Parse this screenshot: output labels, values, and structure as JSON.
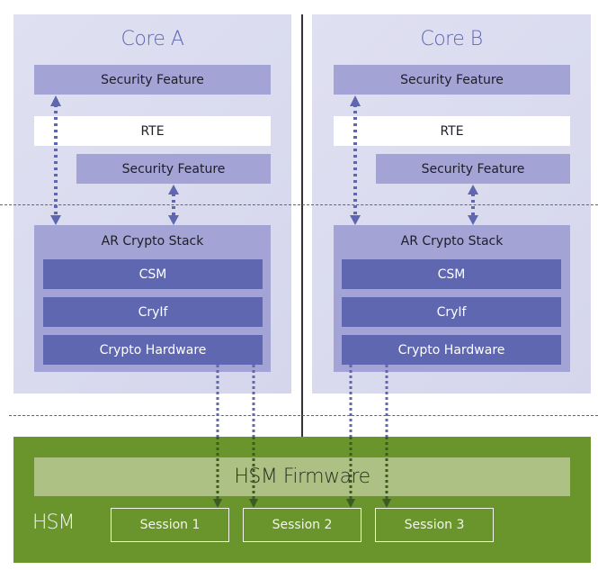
{
  "cores": [
    {
      "title": "Core A",
      "security_feature_top": "Security Feature",
      "rte": "RTE",
      "security_feature_lower": "Security Feature",
      "stack": {
        "title": "AR Crypto Stack",
        "layers": [
          "CSM",
          "CryIf",
          "Crypto Hardware"
        ]
      }
    },
    {
      "title": "Core B",
      "security_feature_top": "Security Feature",
      "rte": "RTE",
      "security_feature_lower": "Security Feature",
      "stack": {
        "title": "AR Crypto Stack",
        "layers": [
          "CSM",
          "CryIf",
          "Crypto Hardware"
        ]
      }
    }
  ],
  "hsm": {
    "label": "HSM",
    "firmware": "HSM Firmware",
    "sessions": [
      "Session 1",
      "Session 2",
      "Session 3"
    ]
  },
  "colors": {
    "core_bg": "#dadbef",
    "box_light": "#a3a3d5",
    "box_dark": "#5f67b0",
    "title_text": "#5f66b4",
    "hsm_green": "#6a942c",
    "firmware_green": "#adc184",
    "arrow_blue": "#5f67b0",
    "arrow_dark_green": "#3d5a24"
  },
  "connections": [
    {
      "from": "core-a.security-feature-top",
      "to": "core-a.ar-crypto-stack",
      "type": "bidirectional"
    },
    {
      "from": "core-a.security-feature-lower",
      "to": "core-a.ar-crypto-stack",
      "type": "bidirectional"
    },
    {
      "from": "core-b.security-feature-top",
      "to": "core-b.ar-crypto-stack",
      "type": "bidirectional"
    },
    {
      "from": "core-b.security-feature-lower",
      "to": "core-b.ar-crypto-stack",
      "type": "bidirectional"
    },
    {
      "from": "core-a.crypto-hardware",
      "to": "hsm.session-1",
      "type": "directed"
    },
    {
      "from": "core-a.crypto-hardware",
      "to": "hsm.session-2",
      "type": "directed"
    },
    {
      "from": "core-b.crypto-hardware",
      "to": "hsm.session-2",
      "type": "directed"
    },
    {
      "from": "core-b.crypto-hardware",
      "to": "hsm.session-3",
      "type": "directed"
    }
  ]
}
